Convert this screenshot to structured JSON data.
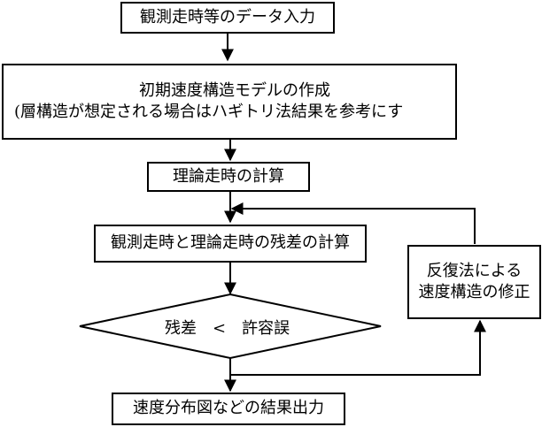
{
  "nodes": {
    "input": {
      "label": "観測走時等のデータ入力"
    },
    "initial_model": {
      "line1": "初期速度構造モデルの作成",
      "line2": "(層構造が想定される場合はハギトリ法結果を参考にす"
    },
    "calc": {
      "label": "理論走時の計算"
    },
    "residual": {
      "label": "観測走時と理論走時の残差の計算"
    },
    "decision": {
      "label": "残差　<　許容誤"
    },
    "correction": {
      "line1": "反復法による",
      "line2": "速度構造の修正"
    },
    "output": {
      "label": "速度分布図などの結果出力"
    }
  }
}
